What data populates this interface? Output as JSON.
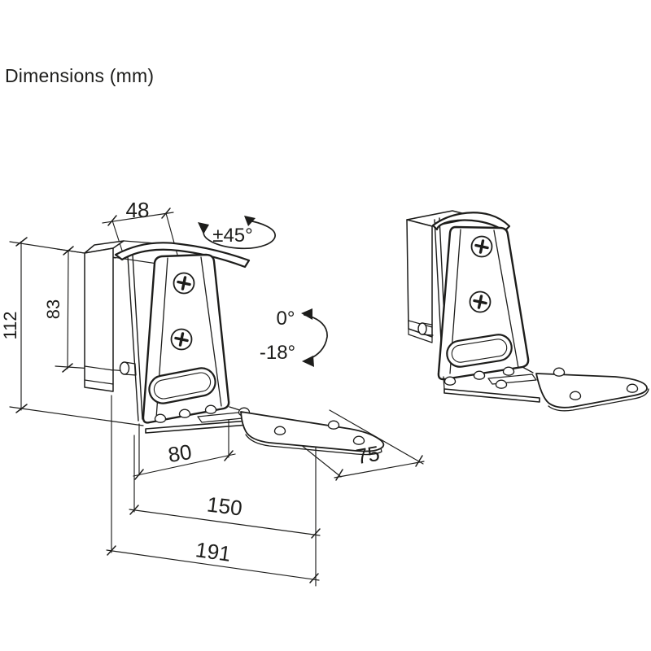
{
  "title": "Dimensions (mm)",
  "drawing": {
    "units": "mm",
    "dimensions": {
      "d48": "48",
      "d112": "112",
      "d83": "83",
      "d80": "80",
      "d75": "75",
      "d150": "150",
      "d191": "191"
    },
    "angles": {
      "swivel": "±45°",
      "tilt_zero": "0°",
      "tilt_down": "-18°"
    },
    "colors": {
      "line": "#1d1d1b",
      "background": "#ffffff"
    }
  }
}
